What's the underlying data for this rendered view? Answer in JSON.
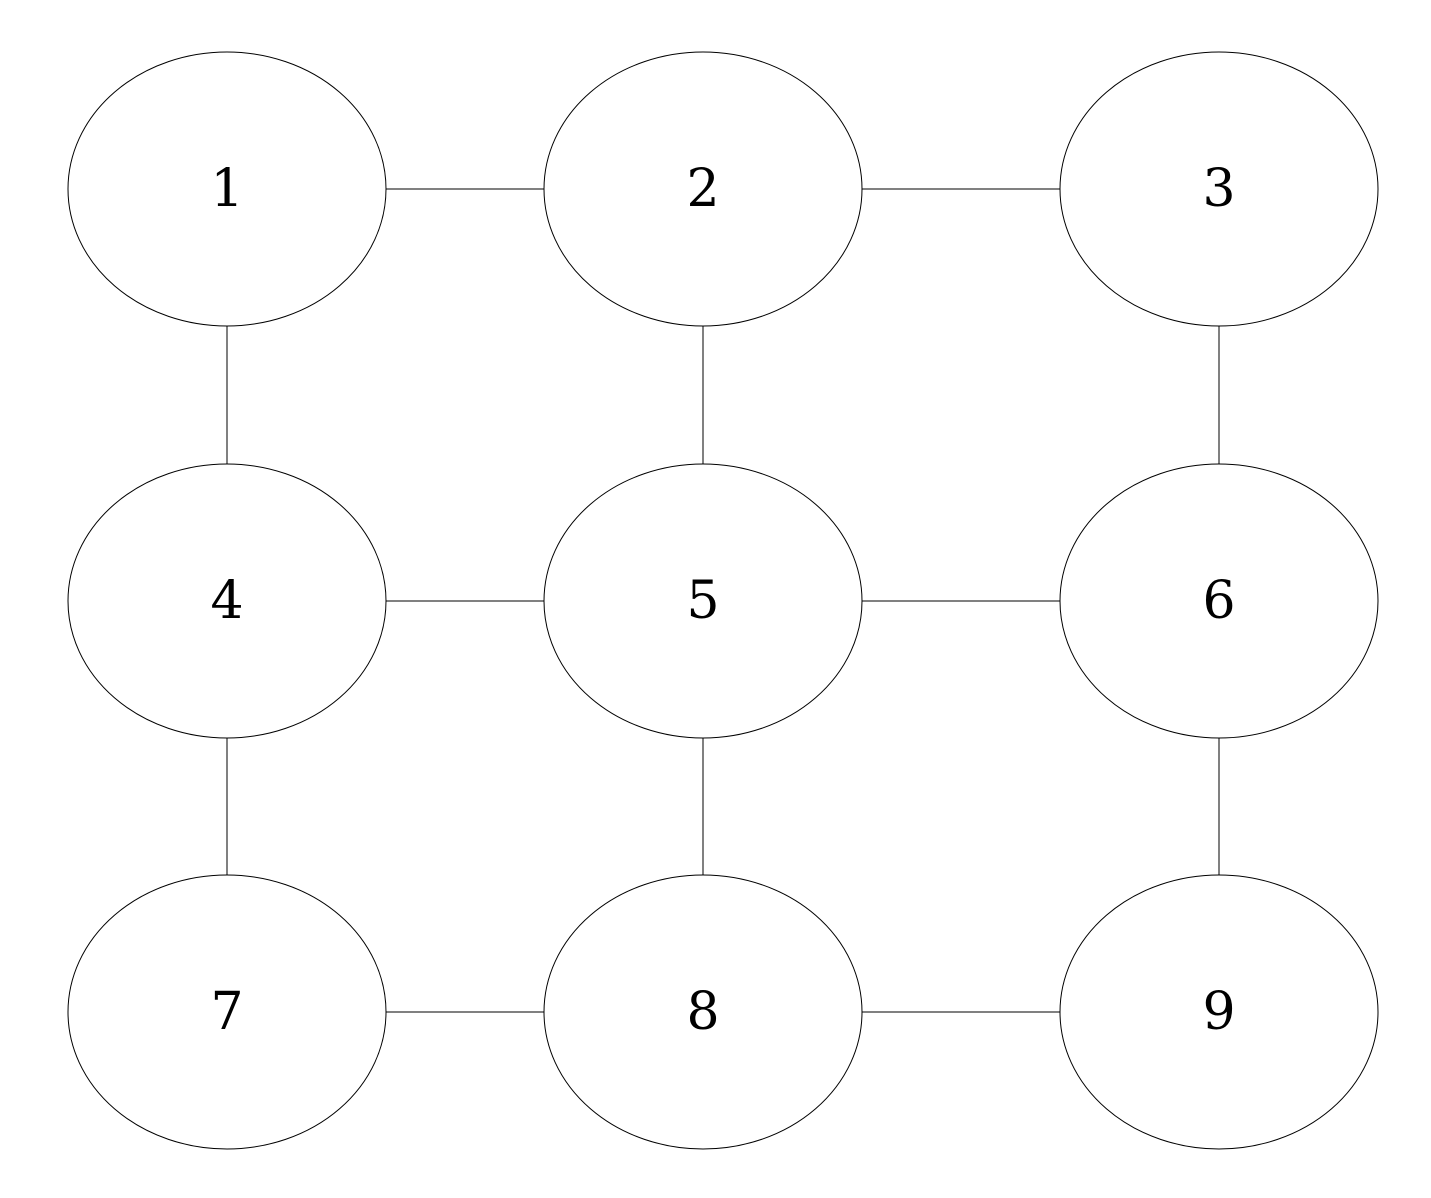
{
  "diagram": {
    "type": "grid-graph",
    "nodes": [
      {
        "id": "n1",
        "label": "1"
      },
      {
        "id": "n2",
        "label": "2"
      },
      {
        "id": "n3",
        "label": "3"
      },
      {
        "id": "n4",
        "label": "4"
      },
      {
        "id": "n5",
        "label": "5"
      },
      {
        "id": "n6",
        "label": "6"
      },
      {
        "id": "n7",
        "label": "7"
      },
      {
        "id": "n8",
        "label": "8"
      },
      {
        "id": "n9",
        "label": "9"
      }
    ],
    "edges": [
      {
        "from": "n1",
        "to": "n2"
      },
      {
        "from": "n2",
        "to": "n3"
      },
      {
        "from": "n4",
        "to": "n5"
      },
      {
        "from": "n5",
        "to": "n6"
      },
      {
        "from": "n7",
        "to": "n8"
      },
      {
        "from": "n8",
        "to": "n9"
      },
      {
        "from": "n1",
        "to": "n4"
      },
      {
        "from": "n4",
        "to": "n7"
      },
      {
        "from": "n2",
        "to": "n5"
      },
      {
        "from": "n5",
        "to": "n8"
      },
      {
        "from": "n3",
        "to": "n6"
      },
      {
        "from": "n6",
        "to": "n9"
      }
    ],
    "colors": {
      "stroke": "#000000",
      "fill": "#ffffff",
      "text": "#000000"
    }
  }
}
